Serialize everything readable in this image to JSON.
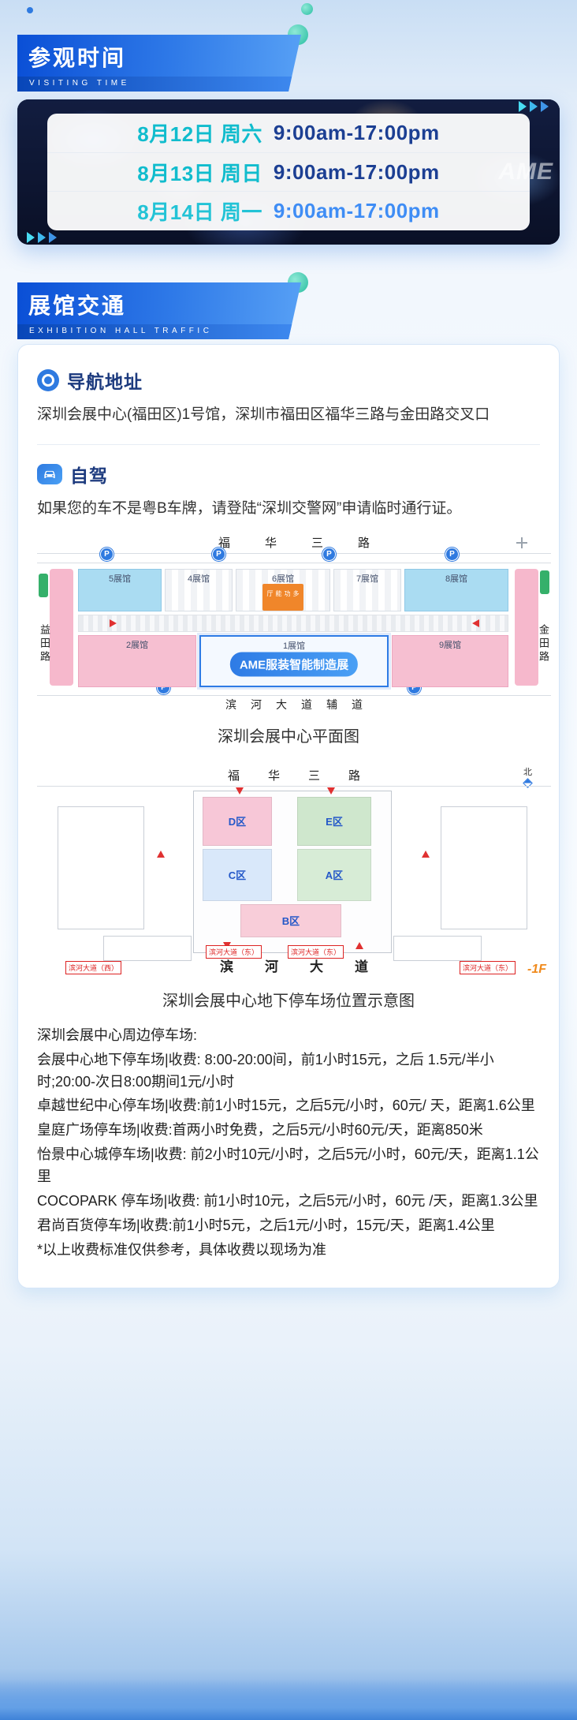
{
  "decor": {
    "watermark": "AME"
  },
  "visiting": {
    "title": "参观时间",
    "subtitle": "VISITING TIME",
    "times": [
      {
        "date": "8月12日 周六",
        "time": "9:00am-17:00pm"
      },
      {
        "date": "8月13日 周日",
        "time": "9:00am-17:00pm"
      },
      {
        "date": "8月14日 周一",
        "time": "9:00am-17:00pm"
      }
    ]
  },
  "traffic": {
    "title": "展馆交通",
    "subtitle": "EXHIBITION HALL TRAFFIC",
    "nav": {
      "heading": "导航地址",
      "text": "深圳会展中心(福田区)1号馆，深圳市福田区福华三路与金田路交叉口"
    },
    "drive": {
      "heading": "自驾",
      "text": "如果您的车不是粤B车牌，请登陆“深圳交警网”申请临时通行证。"
    },
    "map1": {
      "top_road": "福华三路",
      "bottom_road": "滨河大道辅道",
      "left_road": "益田路",
      "right_road": "金田路",
      "highlight_badge": "AME服装智能制造展",
      "parking_marker": "P",
      "halls": {
        "h5": "5展馆",
        "h4": "4展馆",
        "h6": "6展馆",
        "h7": "7展馆",
        "h8": "8展馆",
        "h2": "2展馆",
        "h1": "1展馆",
        "h9": "9展馆",
        "multi": "多功能厅"
      },
      "caption": "深圳会展中心平面图"
    },
    "map2": {
      "top_road": "福华三路",
      "bottom_road": "滨河大道",
      "compass": "北",
      "zones": {
        "d": "D区",
        "e": "E区",
        "c": "C区",
        "a": "A区",
        "b": "B区"
      },
      "signs": {
        "west": "滨河大道（西）",
        "east1": "滨河大道（东）",
        "east2": "滨河大道（东）",
        "east3": "滨河大道（东）"
      },
      "floor": "-1F",
      "caption": "深圳会展中心地下停车场位置示意图"
    },
    "parking": {
      "lines": [
        "深圳会展中心周边停车场:",
        "会展中心地下停车场|收费: 8:00-20:00间，前1小时15元，之后 1.5元/半小时;20:00-次日8:00期间1元/小时",
        "卓越世纪中心停车场|收费:前1小时15元，之后5元/小时，60元/ 天，距离1.6公里",
        "皇庭广场停车场|收费:首两小时免费，之后5元/小时60元/天，距离850米",
        "怡景中心城停车场|收费: 前2小时10元/小时，之后5元/小时，60元/天，距离1.1公里",
        "COCOPARK 停车场|收费: 前1小时10元，之后5元/小时，60元 /天，距离1.3公里",
        "君尚百货停车场|收费:前1小时5元，之后1元/小时，15元/天，距离1.4公里",
        "*以上收费标准仅供参考，具体收费以现场为准"
      ]
    }
  }
}
